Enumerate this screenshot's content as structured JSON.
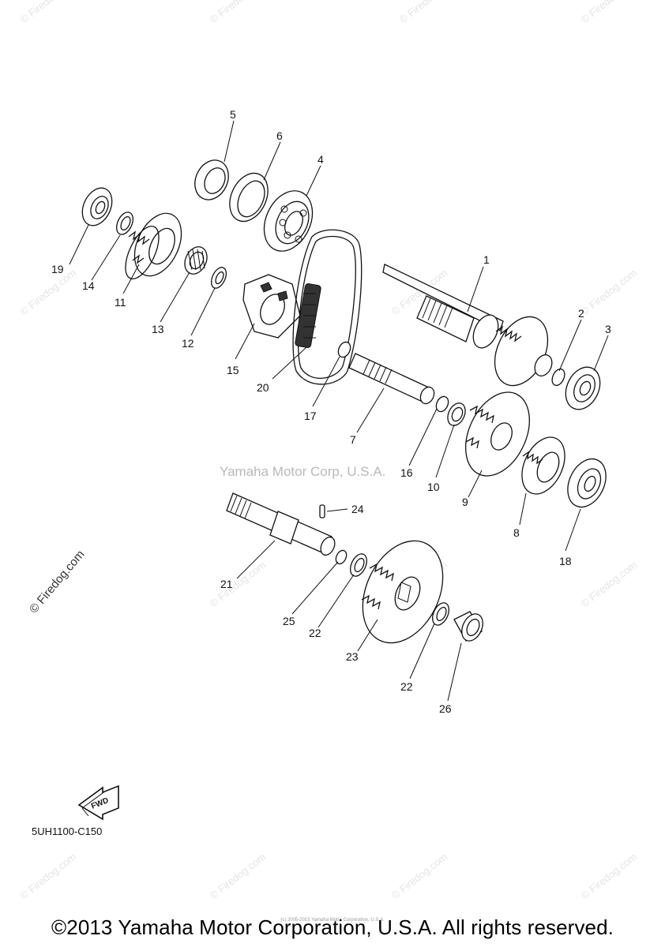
{
  "diagram": {
    "code": "5UH1100-C150",
    "fwd_label": "FWD",
    "watermark_center": "Yamaha Motor Corp, U.S.A.",
    "watermark_side": "© Firedog.com",
    "watermark_small": "© Firedog.com",
    "copyright": "©2013 Yamaha Motor Corporation, U.S.A. All rights reserved.",
    "fine_print": "(c) 2005-2015 Yamaha Motor Corporation, U.S.A.",
    "part_numbers": [
      "1",
      "2",
      "3",
      "4",
      "5",
      "6",
      "7",
      "8",
      "9",
      "10",
      "11",
      "12",
      "13",
      "14",
      "15",
      "16",
      "17",
      "18",
      "19",
      "20",
      "21",
      "22",
      "22",
      "23",
      "24",
      "25",
      "26"
    ]
  }
}
